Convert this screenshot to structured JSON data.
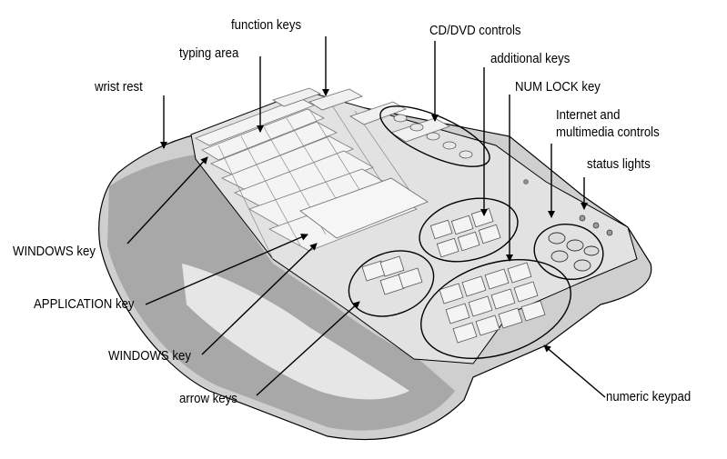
{
  "labels": {
    "function_keys": "function keys",
    "cd_dvd_controls": "CD/DVD controls",
    "typing_area": "typing area",
    "additional_keys": "additional keys",
    "wrist_rest": "wrist rest",
    "num_lock_key": "NUM LOCK key",
    "internet_multimedia_line1": "Internet and",
    "internet_multimedia_line2": "multimedia controls",
    "status_lights": "status lights",
    "windows_key_1": "WINDOWS key",
    "application_key": "APPLICATION key",
    "windows_key_2": "WINDOWS key",
    "arrow_keys": "arrow keys",
    "numeric_keypad": "numeric keypad"
  },
  "colors": {
    "outline": "#000000",
    "body_light": "#d6d6d6",
    "body_mid": "#b4b4b4",
    "body_dark": "#8a8a8a",
    "key_face": "#f2f2f2",
    "key_shadow": "#9a9a9a"
  }
}
